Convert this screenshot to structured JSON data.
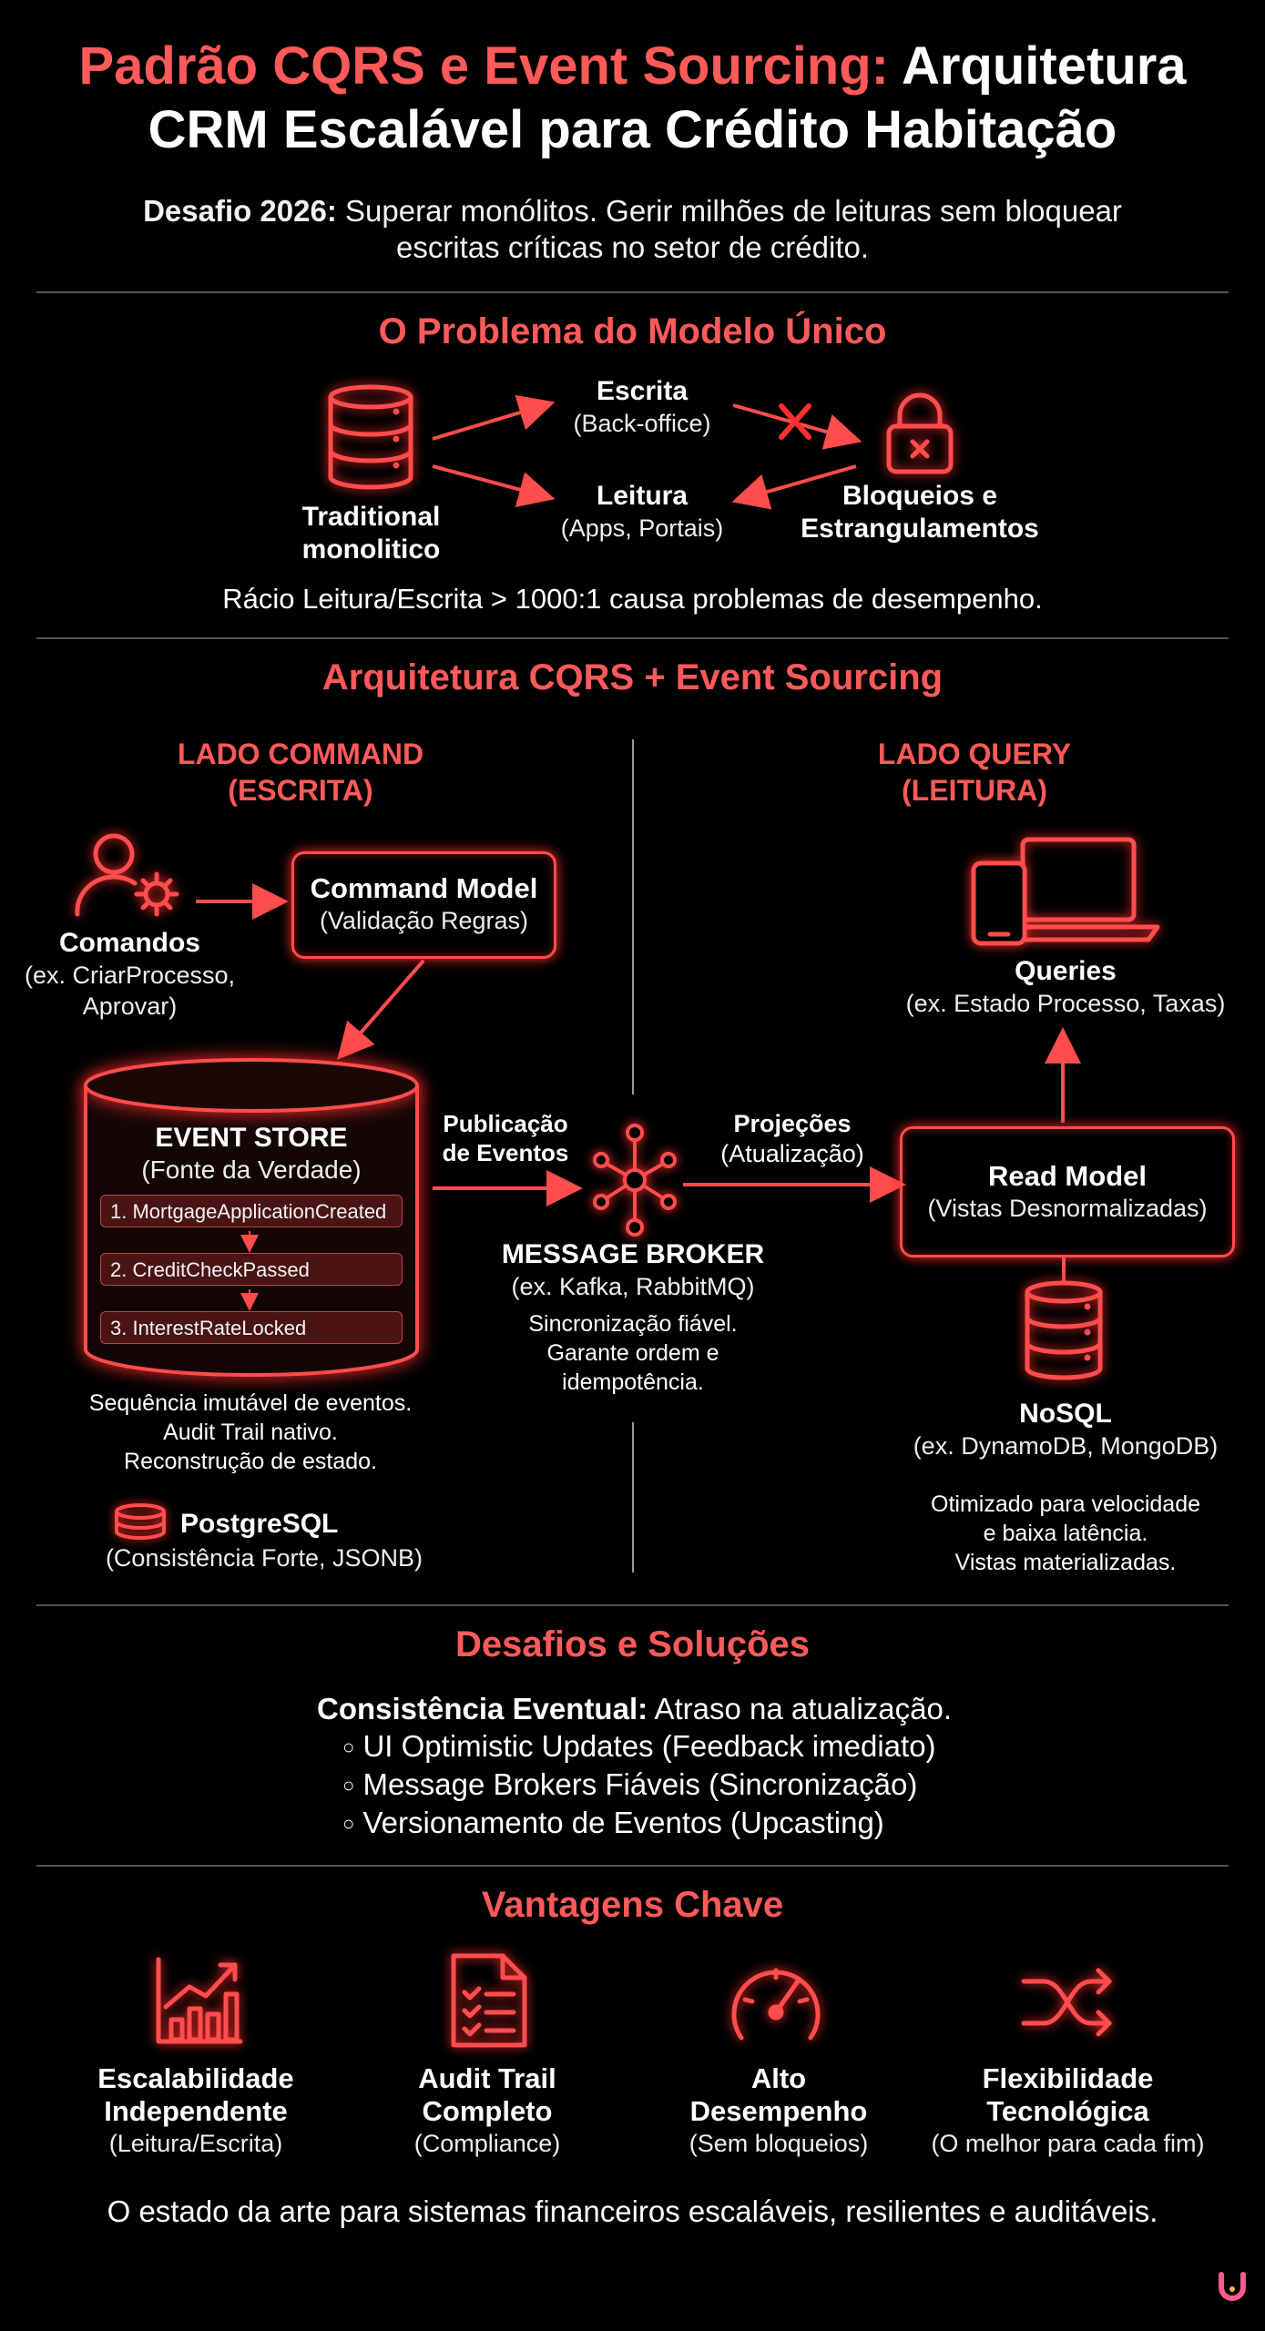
{
  "header": {
    "title_red": "Padrão CQRS e Event Sourcing:",
    "title_white_1": "Arquitetura",
    "title_white_2": "CRM Escalável para Crédito Habitação",
    "subtitle_bold": "Desafio 2026:",
    "subtitle_rest": "Superar monólitos. Gerir milhões de leituras sem bloquear",
    "subtitle_line2": "escritas críticas no setor de crédito."
  },
  "problem": {
    "heading": "O Problema do Modelo Único",
    "db_label_1": "Traditional",
    "db_label_2": "monolitico",
    "write_title": "Escrita",
    "write_sub": "(Back-office)",
    "read_title": "Leitura",
    "read_sub": "(Apps, Portais)",
    "lock_label_1": "Bloqueios e",
    "lock_label_2": "Estrangulamentos",
    "ratio_text": "Rácio Leitura/Escrita > 1000:1 causa problemas de desempenho."
  },
  "architecture": {
    "heading": "Arquitetura CQRS + Event Sourcing",
    "command_side_1": "LADO COMMAND",
    "command_side_2": "(ESCRITA)",
    "query_side_1": "LADO QUERY",
    "query_side_2": "(LEITURA)",
    "commands_title": "Comandos",
    "commands_sub_1": "(ex. CriarProcesso,",
    "commands_sub_2": "Aprovar)",
    "command_model_title": "Command Model",
    "command_model_sub": "(Validação Regras)",
    "event_store_title": "EVENT STORE",
    "event_store_sub": "(Fonte da Verdade)",
    "events": [
      "1. MortgageApplicationCreated",
      "2. CreditCheckPassed",
      "3. InterestRateLocked"
    ],
    "event_store_notes": [
      "Sequência imutável de eventos.",
      "Audit Trail nativo.",
      "Reconstrução de estado."
    ],
    "postgres_title": "PostgreSQL",
    "postgres_sub": "(Consistência Forte, JSONB)",
    "publish_1": "Publicação",
    "publish_2": "de Eventos",
    "broker_title": "MESSAGE BROKER",
    "broker_sub": "(ex. Kafka, RabbitMQ)",
    "broker_notes": [
      "Sincronização fiável.",
      "Garante ordem e",
      "idempotência."
    ],
    "projections_1": "Projeções",
    "projections_2": "(Atualização)",
    "queries_title": "Queries",
    "queries_sub": "(ex. Estado Processo, Taxas)",
    "read_model_title": "Read Model",
    "read_model_sub": "(Vistas Desnormalizadas)",
    "nosql_title": "NoSQL",
    "nosql_sub": "(ex. DynamoDB, MongoDB)",
    "nosql_notes": [
      "Otimizado para velocidade",
      "e baixa latência.",
      "Vistas materializadas."
    ]
  },
  "challenges": {
    "heading": "Desafios e Soluções",
    "lead_bold": "Consistência Eventual:",
    "lead_rest": "Atraso na atualização.",
    "items": [
      "UI Optimistic Updates (Feedback imediato)",
      "Message Brokers Fiáveis (Sincronização)",
      "Versionamento de Eventos (Upcasting)"
    ]
  },
  "advantages": {
    "heading": "Vantagens Chave",
    "items": [
      {
        "icon": "growth-chart-icon",
        "title_1": "Escalabilidade",
        "title_2": "Independente",
        "sub": "(Leitura/Escrita)"
      },
      {
        "icon": "document-checklist-icon",
        "title_1": "Audit Trail",
        "title_2": "Completo",
        "sub": "(Compliance)"
      },
      {
        "icon": "speedometer-icon",
        "title_1": "Alto",
        "title_2": "Desempenho",
        "sub": "(Sem bloqueios)"
      },
      {
        "icon": "shuffle-icon",
        "title_1": "Flexibilidade",
        "title_2": "Tecnológica",
        "sub": "(O melhor para cada fim)"
      }
    ],
    "footer": "O estado da arte para sistemas financeiros escaláveis, resilientes e auditáveis."
  },
  "colors": {
    "accent": "#ff4c4c",
    "heading": "#ff5a5a",
    "background": "#000000"
  }
}
